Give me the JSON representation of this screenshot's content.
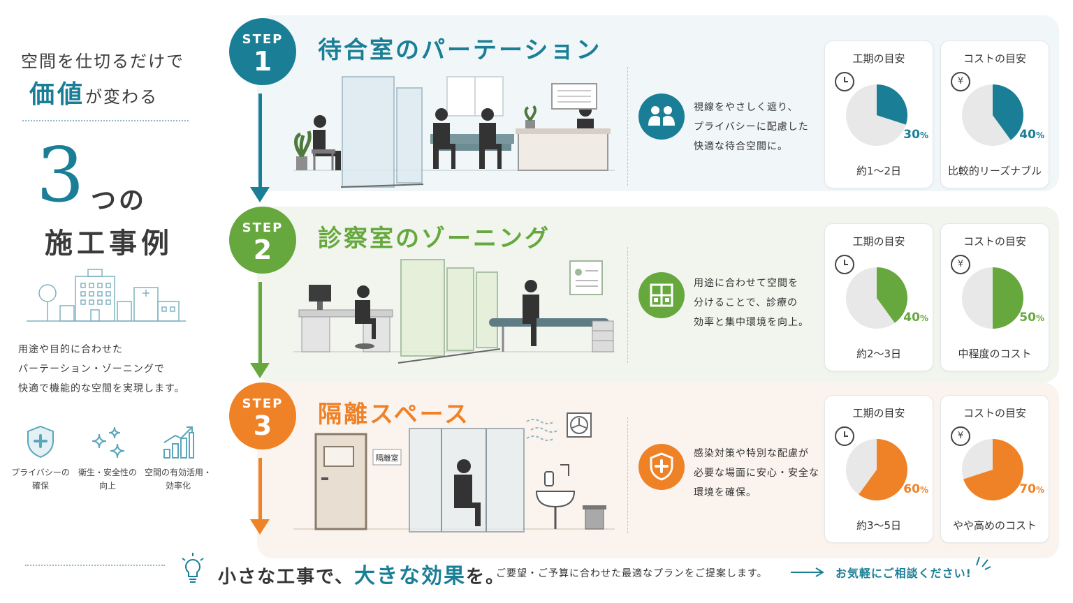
{
  "left": {
    "lead_line1": "空間を仕切るだけで",
    "lead_highlight": "価値",
    "lead_rest": "が変わる",
    "big_number": "3",
    "count_suffix": "つの",
    "subtitle": "施工事例",
    "description": [
      "用途や目的に合わせた",
      "パーテーション・ゾーニングで",
      "快適で機能的な空間を実現します。"
    ],
    "features": [
      {
        "icon": "shield-plus-icon",
        "label": "プライバシーの\n確保"
      },
      {
        "icon": "sparkle-icon",
        "label": "衛生・安全性の\n向上"
      },
      {
        "icon": "bar-growth-icon",
        "label": "空間の有効活用・\n効率化"
      }
    ]
  },
  "colors": {
    "step1": "#1a7f96",
    "step2": "#66a83e",
    "step3": "#ef8127",
    "pie_rest": "#e8e8e8"
  },
  "steps": [
    {
      "step_label": "STEP",
      "number": "1",
      "title": "待合室のパーテーション",
      "feature_icon": "people-icon",
      "description": [
        "視線をやさしく遮り、",
        "プライバシーに配慮した",
        "快適な待合空間に。"
      ],
      "period": {
        "title": "工期の目安",
        "icon": "clock-icon",
        "percent": 30,
        "percent_label": "30",
        "footer": "約1〜2日"
      },
      "cost": {
        "title": "コストの目安",
        "icon_glyph": "¥",
        "percent": 40,
        "percent_label": "40",
        "footer": "比較的リーズナブル"
      }
    },
    {
      "step_label": "STEP",
      "number": "2",
      "title": "診察室のゾーニング",
      "feature_icon": "floorplan-icon",
      "description": [
        "用途に合わせて空間を",
        "分けることで、診療の",
        "効率と集中環境を向上。"
      ],
      "period": {
        "title": "工期の目安",
        "icon": "clock-icon",
        "percent": 40,
        "percent_label": "40",
        "footer": "約2〜3日"
      },
      "cost": {
        "title": "コストの目安",
        "icon_glyph": "¥",
        "percent": 50,
        "percent_label": "50",
        "footer": "中程度のコスト"
      }
    },
    {
      "step_label": "STEP",
      "number": "3",
      "title": "隔離スペース",
      "feature_icon": "shield-plus-icon",
      "description": [
        "感染対策や特別な配慮が",
        "必要な場面に安心・安全な",
        "環境を確保。"
      ],
      "period": {
        "title": "工期の目安",
        "icon": "clock-icon",
        "percent": 60,
        "percent_label": "60",
        "footer": "約3〜5日"
      },
      "cost": {
        "title": "コストの目安",
        "icon_glyph": "¥",
        "percent": 70,
        "percent_label": "70",
        "footer": "やや高めのコスト"
      }
    }
  ],
  "percent_sign": "%",
  "isolation_sign": "隔離室",
  "footer": {
    "main_before": "小さな工事で、",
    "main_highlight": "大きな効果",
    "main_after": "を。",
    "sub": "ご要望・ご予算に合わせた最適なプランをご提案します。",
    "cta": "お気軽にご相談ください!"
  }
}
